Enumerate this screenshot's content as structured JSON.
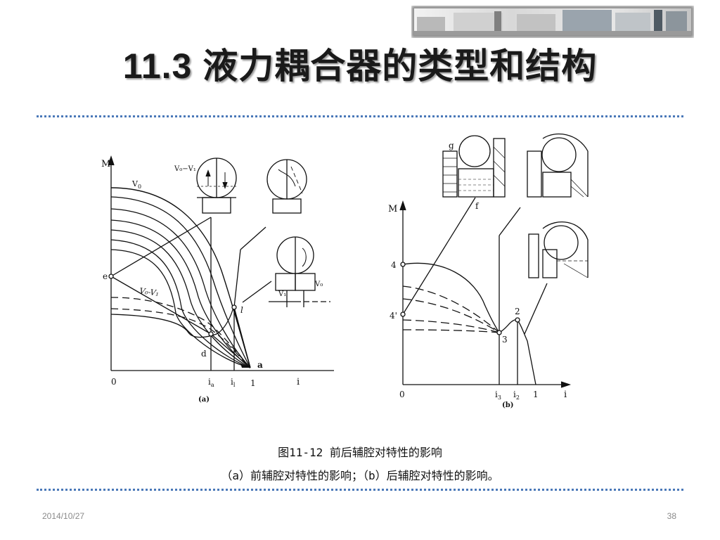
{
  "slide": {
    "title": "11.3 液力耦合器的类型和结构",
    "caption": {
      "line1": "图11-12 前后辅腔对特性的影响",
      "line2": "（a）前辅腔对特性的影响；（b）后辅腔对特性的影响。"
    },
    "footer": {
      "date": "2014/10/27",
      "page_number": "38"
    }
  },
  "figure_a": {
    "panel_label": "(a)",
    "y_axis": "M",
    "x_axis": "i",
    "origin": "0",
    "tick_ia": "i",
    "tick_ia_sub": "a",
    "tick_il": "i",
    "tick_il_sub": "l",
    "tick_one": "1",
    "point_e": "e",
    "point_d": "d",
    "point_l": "l",
    "point_a": "a",
    "curve_v0": "V",
    "curve_v0_sub": "0",
    "curve_diff": "V₀-V₁",
    "inset_label_top": "V₀−V₁",
    "inset_v1": "V₁",
    "inset_v0": "V₀"
  },
  "figure_b": {
    "panel_label": "(b)",
    "y_axis": "M",
    "x_axis": "i",
    "origin": "0",
    "tick_i3": "i",
    "tick_i3_sub": "3",
    "tick_i2": "i",
    "tick_i2_sub": "2",
    "tick_one": "1",
    "level_4": "4",
    "level_4p": "4'",
    "point_3": "3",
    "point_2": "2",
    "label_g": "g",
    "label_f": "f"
  }
}
